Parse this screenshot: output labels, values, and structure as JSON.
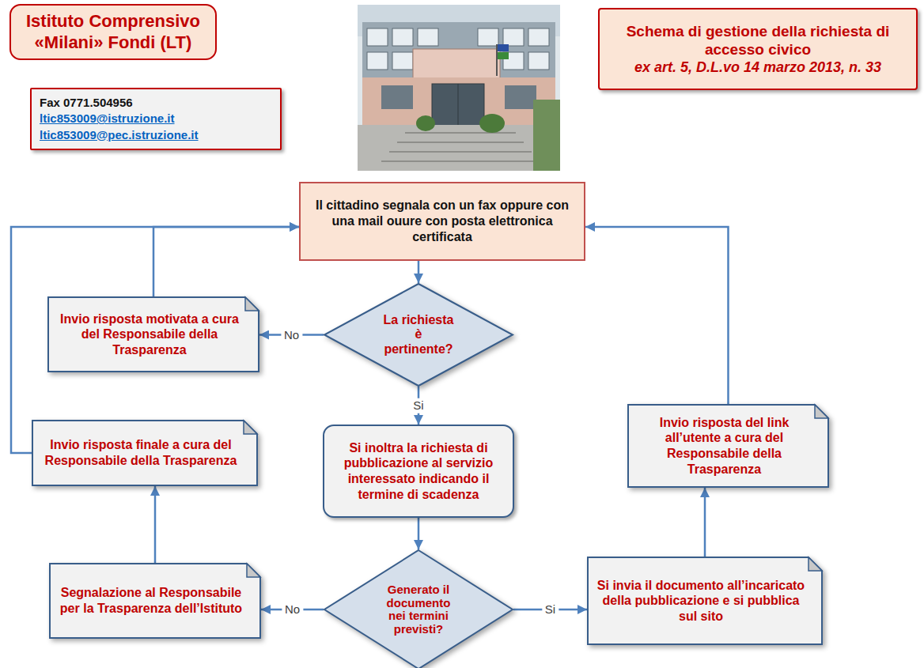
{
  "diagram": {
    "nodes": [
      {
        "text": [
          "Istituto Comprensivo «Milani» Fondi (LT)"
        ]
      },
      {
        "text": [
          "Schema di gestione della richiesta di accesso civico",
          "ex art. 5, D.L.vo 14 marzo 2013, n. 33"
        ]
      },
      {
        "text": [
          "Fax 0771.504956",
          "ltic853009@istruzione.it",
          "ltic853009@pec.istruzione.it"
        ]
      },
      {
        "text": [
          "Il cittadino segnala con un fax oppure con una mail ouure con posta elettronica certificata"
        ]
      },
      {
        "text": [
          "Invio risposta motivata a cura del Responsabile della Trasparenza"
        ]
      },
      {
        "text": [
          "La richiesta è pertinente?"
        ]
      },
      {
        "text": [
          "Si inoltra la richiesta di pubblicazione al servizio interessato indicando il termine di scadenza"
        ]
      },
      {
        "text": [
          "Invio risposta finale a cura del Responsabile della Trasparenza"
        ]
      },
      {
        "text": [
          "Invio risposta del link all’utente a cura del Responsabile della Trasparenza"
        ]
      },
      {
        "text": [
          "Segnalazione al Responsabile per la Trasparenza dell’Istituto"
        ]
      },
      {
        "text": [
          "Generato il documento nei termini previsti?"
        ]
      },
      {
        "text": [
          "Si invia il documento all’incaricato della pubblicazione e si pubblica sul sito"
        ]
      }
    ],
    "edges": [
      {
        "from": 3,
        "to": 5,
        "arrow": "to"
      },
      {
        "from": 5,
        "to": 4,
        "label": "No",
        "arrow": "to"
      },
      {
        "from": 4,
        "to": 3,
        "arrow": "to"
      },
      {
        "from": 5,
        "to": 6,
        "label": "Si",
        "arrow": "to"
      },
      {
        "from": 6,
        "to": 10,
        "arrow": "to"
      },
      {
        "from": 10,
        "to": 9,
        "label": "No",
        "arrow": "to"
      },
      {
        "from": 9,
        "to": 7,
        "arrow": "to"
      },
      {
        "from": 7,
        "to": 3,
        "arrow": "to"
      },
      {
        "from": 10,
        "to": 11,
        "label": "Si",
        "arrow": "to"
      },
      {
        "from": 11,
        "to": 8,
        "arrow": "to"
      },
      {
        "from": 8,
        "to": 3,
        "arrow": "to"
      }
    ]
  }
}
